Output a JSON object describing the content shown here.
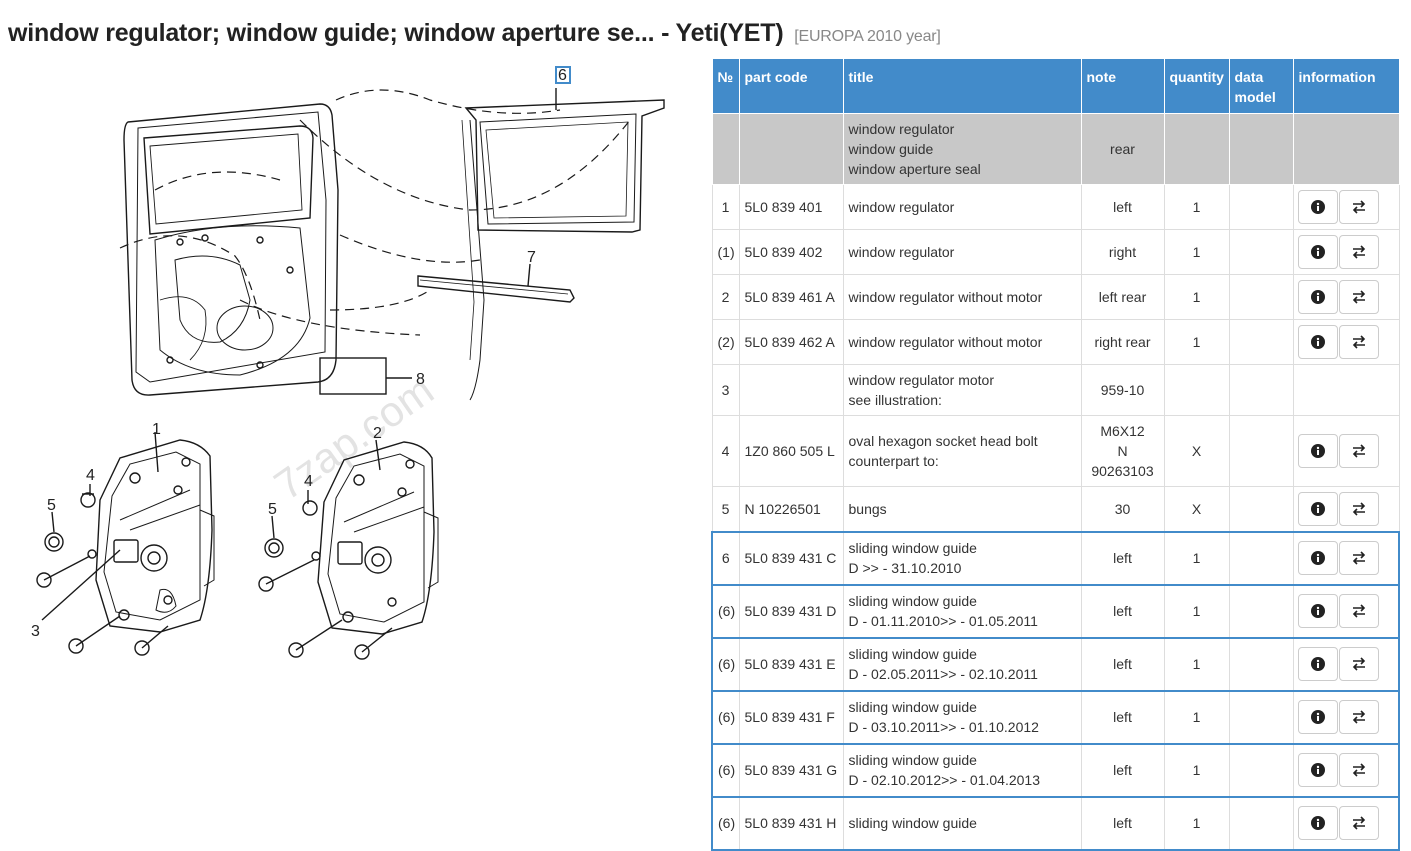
{
  "header": {
    "title": "window regulator; window guide; window aperture se... - Yeti(YET)",
    "subtitle": "[EUROPA 2010 year]"
  },
  "diagram": {
    "callouts": [
      "1",
      "2",
      "3",
      "4",
      "4",
      "5",
      "5",
      "6",
      "7",
      "8"
    ],
    "watermark": "7zap.com"
  },
  "table": {
    "headers": [
      "№",
      "part code",
      "title",
      "note",
      "quantity",
      "data model",
      "information"
    ],
    "group": {
      "title_lines": [
        "window regulator",
        "window guide",
        "window aperture seal"
      ],
      "note": "rear"
    },
    "rows": [
      {
        "num": "1",
        "code": "5L0 839 401",
        "title": [
          "window regulator"
        ],
        "note": [
          "left"
        ],
        "qty": "1",
        "buttons": true,
        "highlight": false
      },
      {
        "num": "(1)",
        "code": "5L0 839 402",
        "title": [
          "window regulator"
        ],
        "note": [
          "right"
        ],
        "qty": "1",
        "buttons": true,
        "highlight": false
      },
      {
        "num": "2",
        "code": "5L0 839 461 A",
        "title": [
          "window regulator without motor"
        ],
        "note": [
          "left rear"
        ],
        "qty": "1",
        "buttons": true,
        "highlight": false
      },
      {
        "num": "(2)",
        "code": "5L0 839 462 A",
        "title": [
          "window regulator without motor"
        ],
        "note": [
          "right rear"
        ],
        "qty": "1",
        "buttons": true,
        "highlight": false
      },
      {
        "num": "3",
        "code": "",
        "title": [
          "window regulator motor",
          "see illustration:"
        ],
        "note": [
          "959-10"
        ],
        "qty": "",
        "buttons": false,
        "highlight": false
      },
      {
        "num": "4",
        "code": "1Z0 860 505 L",
        "title": [
          "oval hexagon socket head bolt",
          "counterpart to:"
        ],
        "note": [
          "M6X12",
          "N",
          "90263103"
        ],
        "qty": "X",
        "buttons": true,
        "highlight": false
      },
      {
        "num": "5",
        "code": "N  10226501",
        "title": [
          "bungs"
        ],
        "note": [
          "30"
        ],
        "qty": "X",
        "buttons": true,
        "highlight": false
      },
      {
        "num": "6",
        "code": "5L0 839 431 C",
        "title": [
          "sliding window guide",
          "D >> - 31.10.2010"
        ],
        "note": [
          "left"
        ],
        "qty": "1",
        "buttons": true,
        "highlight": true
      },
      {
        "num": "(6)",
        "code": "5L0 839 431 D",
        "title": [
          "sliding window guide",
          "D - 01.11.2010>> - 01.05.2011"
        ],
        "note": [
          "left"
        ],
        "qty": "1",
        "buttons": true,
        "highlight": true
      },
      {
        "num": "(6)",
        "code": "5L0 839 431 E",
        "title": [
          "sliding window guide",
          "D - 02.05.2011>> - 02.10.2011"
        ],
        "note": [
          "left"
        ],
        "qty": "1",
        "buttons": true,
        "highlight": true
      },
      {
        "num": "(6)",
        "code": "5L0 839 431 F",
        "title": [
          "sliding window guide",
          "D - 03.10.2011>> - 01.10.2012"
        ],
        "note": [
          "left"
        ],
        "qty": "1",
        "buttons": true,
        "highlight": true
      },
      {
        "num": "(6)",
        "code": "5L0 839 431 G",
        "title": [
          "sliding window guide",
          "D - 02.10.2012>> - 01.04.2013"
        ],
        "note": [
          "left"
        ],
        "qty": "1",
        "buttons": true,
        "highlight": true
      },
      {
        "num": "(6)",
        "code": "5L0 839 431 H",
        "title": [
          "sliding window guide"
        ],
        "note": [
          "left"
        ],
        "qty": "1",
        "buttons": true,
        "highlight": true
      }
    ]
  },
  "icons": {
    "info_button": "info-circle-icon",
    "swap_button": "exchange-arrows-icon"
  },
  "colors": {
    "header_bg": "#428bca",
    "group_bg": "#c8c8c8",
    "highlight_border": "#428bca"
  }
}
